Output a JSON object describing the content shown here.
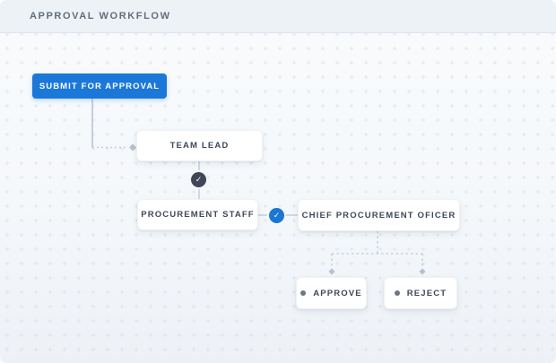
{
  "header": {
    "title": "APPROVAL WORKFLOW"
  },
  "diagram": {
    "submit_button": {
      "label": "SUBMIT FOR APPROVAL"
    },
    "nodes": [
      {
        "id": "team-lead",
        "label": "TEAM LEAD"
      },
      {
        "id": "procurement-staff",
        "label": "PROCUREMENT STAFF"
      },
      {
        "id": "chief-procurement-officer",
        "label": "CHIEF PROCUREMENT OFICER"
      },
      {
        "id": "approve",
        "label": "APPROVE"
      },
      {
        "id": "reject",
        "label": "REJECT"
      }
    ],
    "status_icons": [
      {
        "name": "check-dark",
        "glyph": "✓",
        "color": "#3e4658"
      },
      {
        "name": "check-blue",
        "glyph": "✓",
        "color": "#1b76d4"
      }
    ],
    "colors": {
      "accent_blue": "#1b78d9",
      "node_text": "#3e4759",
      "connector": "#c6ceda",
      "grid_cross": "#ccd5e0",
      "header_bg": "#ecf1f5",
      "canvas_bg": "#f8fafc"
    }
  }
}
